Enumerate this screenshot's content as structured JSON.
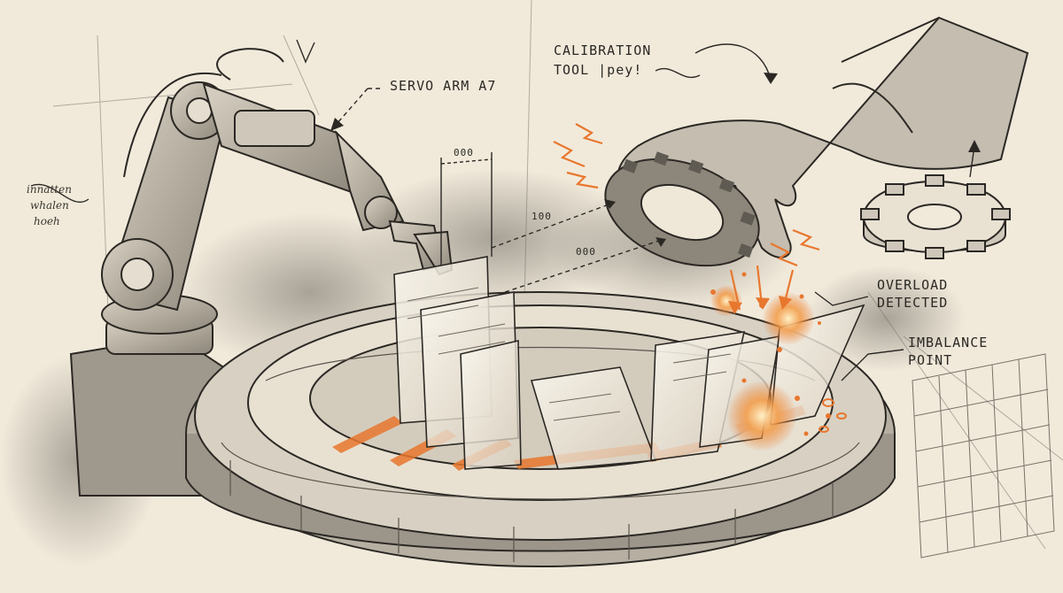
{
  "annotations": {
    "servo_arm": "SERVO ARM A7",
    "calibration_tool_line1": "CALIBRATION",
    "calibration_tool_line2": "TOOL |pey!",
    "overload_line1": "OVERLOAD",
    "overload_line2": "DETECTED",
    "imbalance_line1": "IMBALANCE",
    "imbalance_line2": "POINT",
    "dimension_top": "000",
    "dimension_mid": "100",
    "dimension_lower": "000"
  },
  "margin_notes": {
    "line1": "innatten",
    "line2": "whalen",
    "line3": "hoeh"
  },
  "icons": {
    "robot_arm": "robot-arm-icon",
    "gloved_hand": "gloved-hand-icon",
    "gear": "gear-icon",
    "turntable": "turntable-platform-icon"
  },
  "colors": {
    "paper": "#f1eadb",
    "ink": "#2b2824",
    "accent": "#e8772e",
    "glow": "#f3a15c"
  }
}
